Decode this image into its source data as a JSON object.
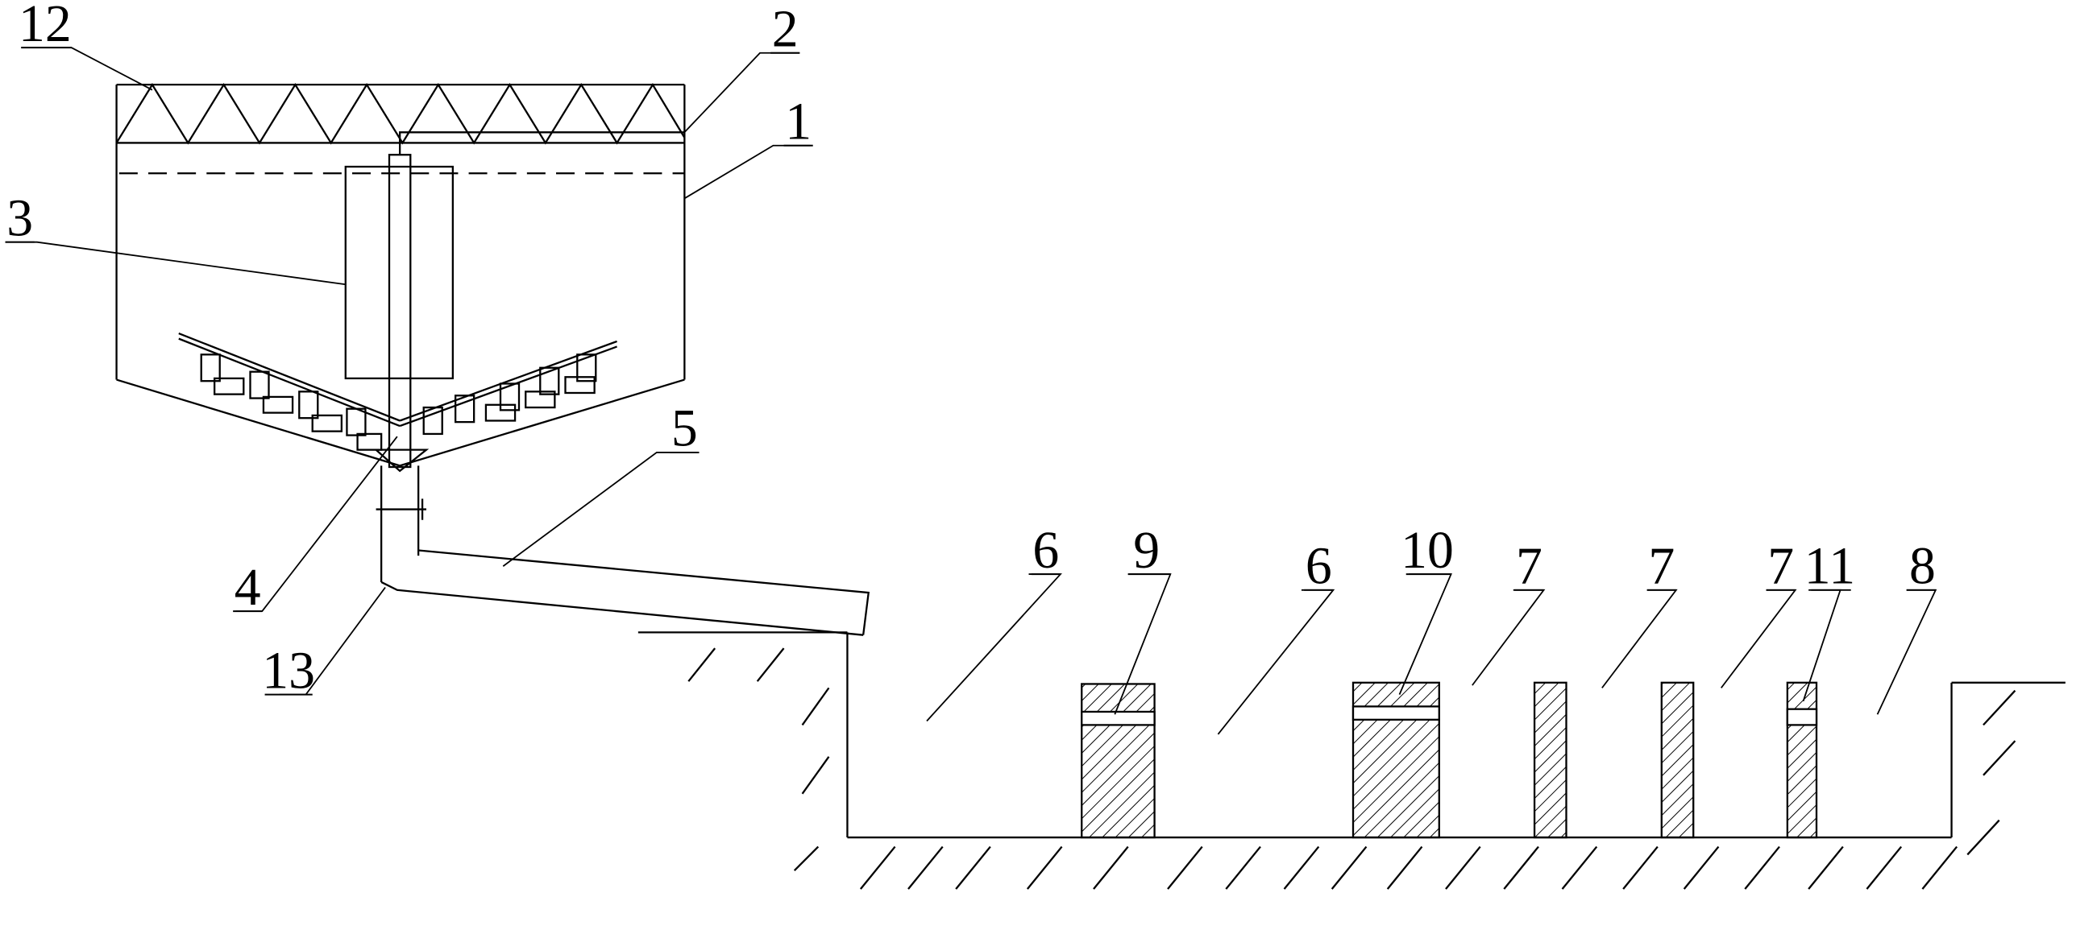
{
  "labels": {
    "l1": "1",
    "l2": "2",
    "l3": "3",
    "l4": "4",
    "l5": "5",
    "l6a": "6",
    "l6b": "6",
    "l7a": "7",
    "l7b": "7",
    "l7c": "7",
    "l8": "8",
    "l9": "9",
    "l10": "10",
    "l11": "11",
    "l12": "12",
    "l13": "13"
  },
  "colors": {
    "line": "#000000",
    "background": "#ffffff"
  }
}
